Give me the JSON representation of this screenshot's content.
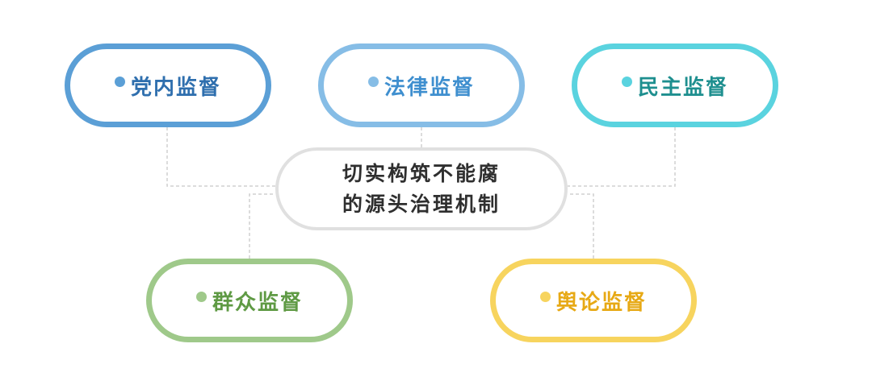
{
  "center": {
    "line1": "切实构筑不能腐",
    "line2": "的源头治理机制"
  },
  "nodes": {
    "party": {
      "label": "党内监督",
      "color": "#5b9fd6",
      "text_color": "#2f6fae"
    },
    "law": {
      "label": "法律监督",
      "color": "#86bde6",
      "text_color": "#3f8fcf"
    },
    "democratic": {
      "label": "民主监督",
      "color": "#5ad3df",
      "text_color": "#1e8f8f"
    },
    "mass": {
      "label": "群众监督",
      "color": "#9fc98a",
      "text_color": "#5f9a44"
    },
    "opinion": {
      "label": "舆论监督",
      "color": "#f7d45e",
      "text_color": "#e7a915"
    }
  },
  "connector_color": "#d0d0d0",
  "center_border_color": "#e0e0e0"
}
